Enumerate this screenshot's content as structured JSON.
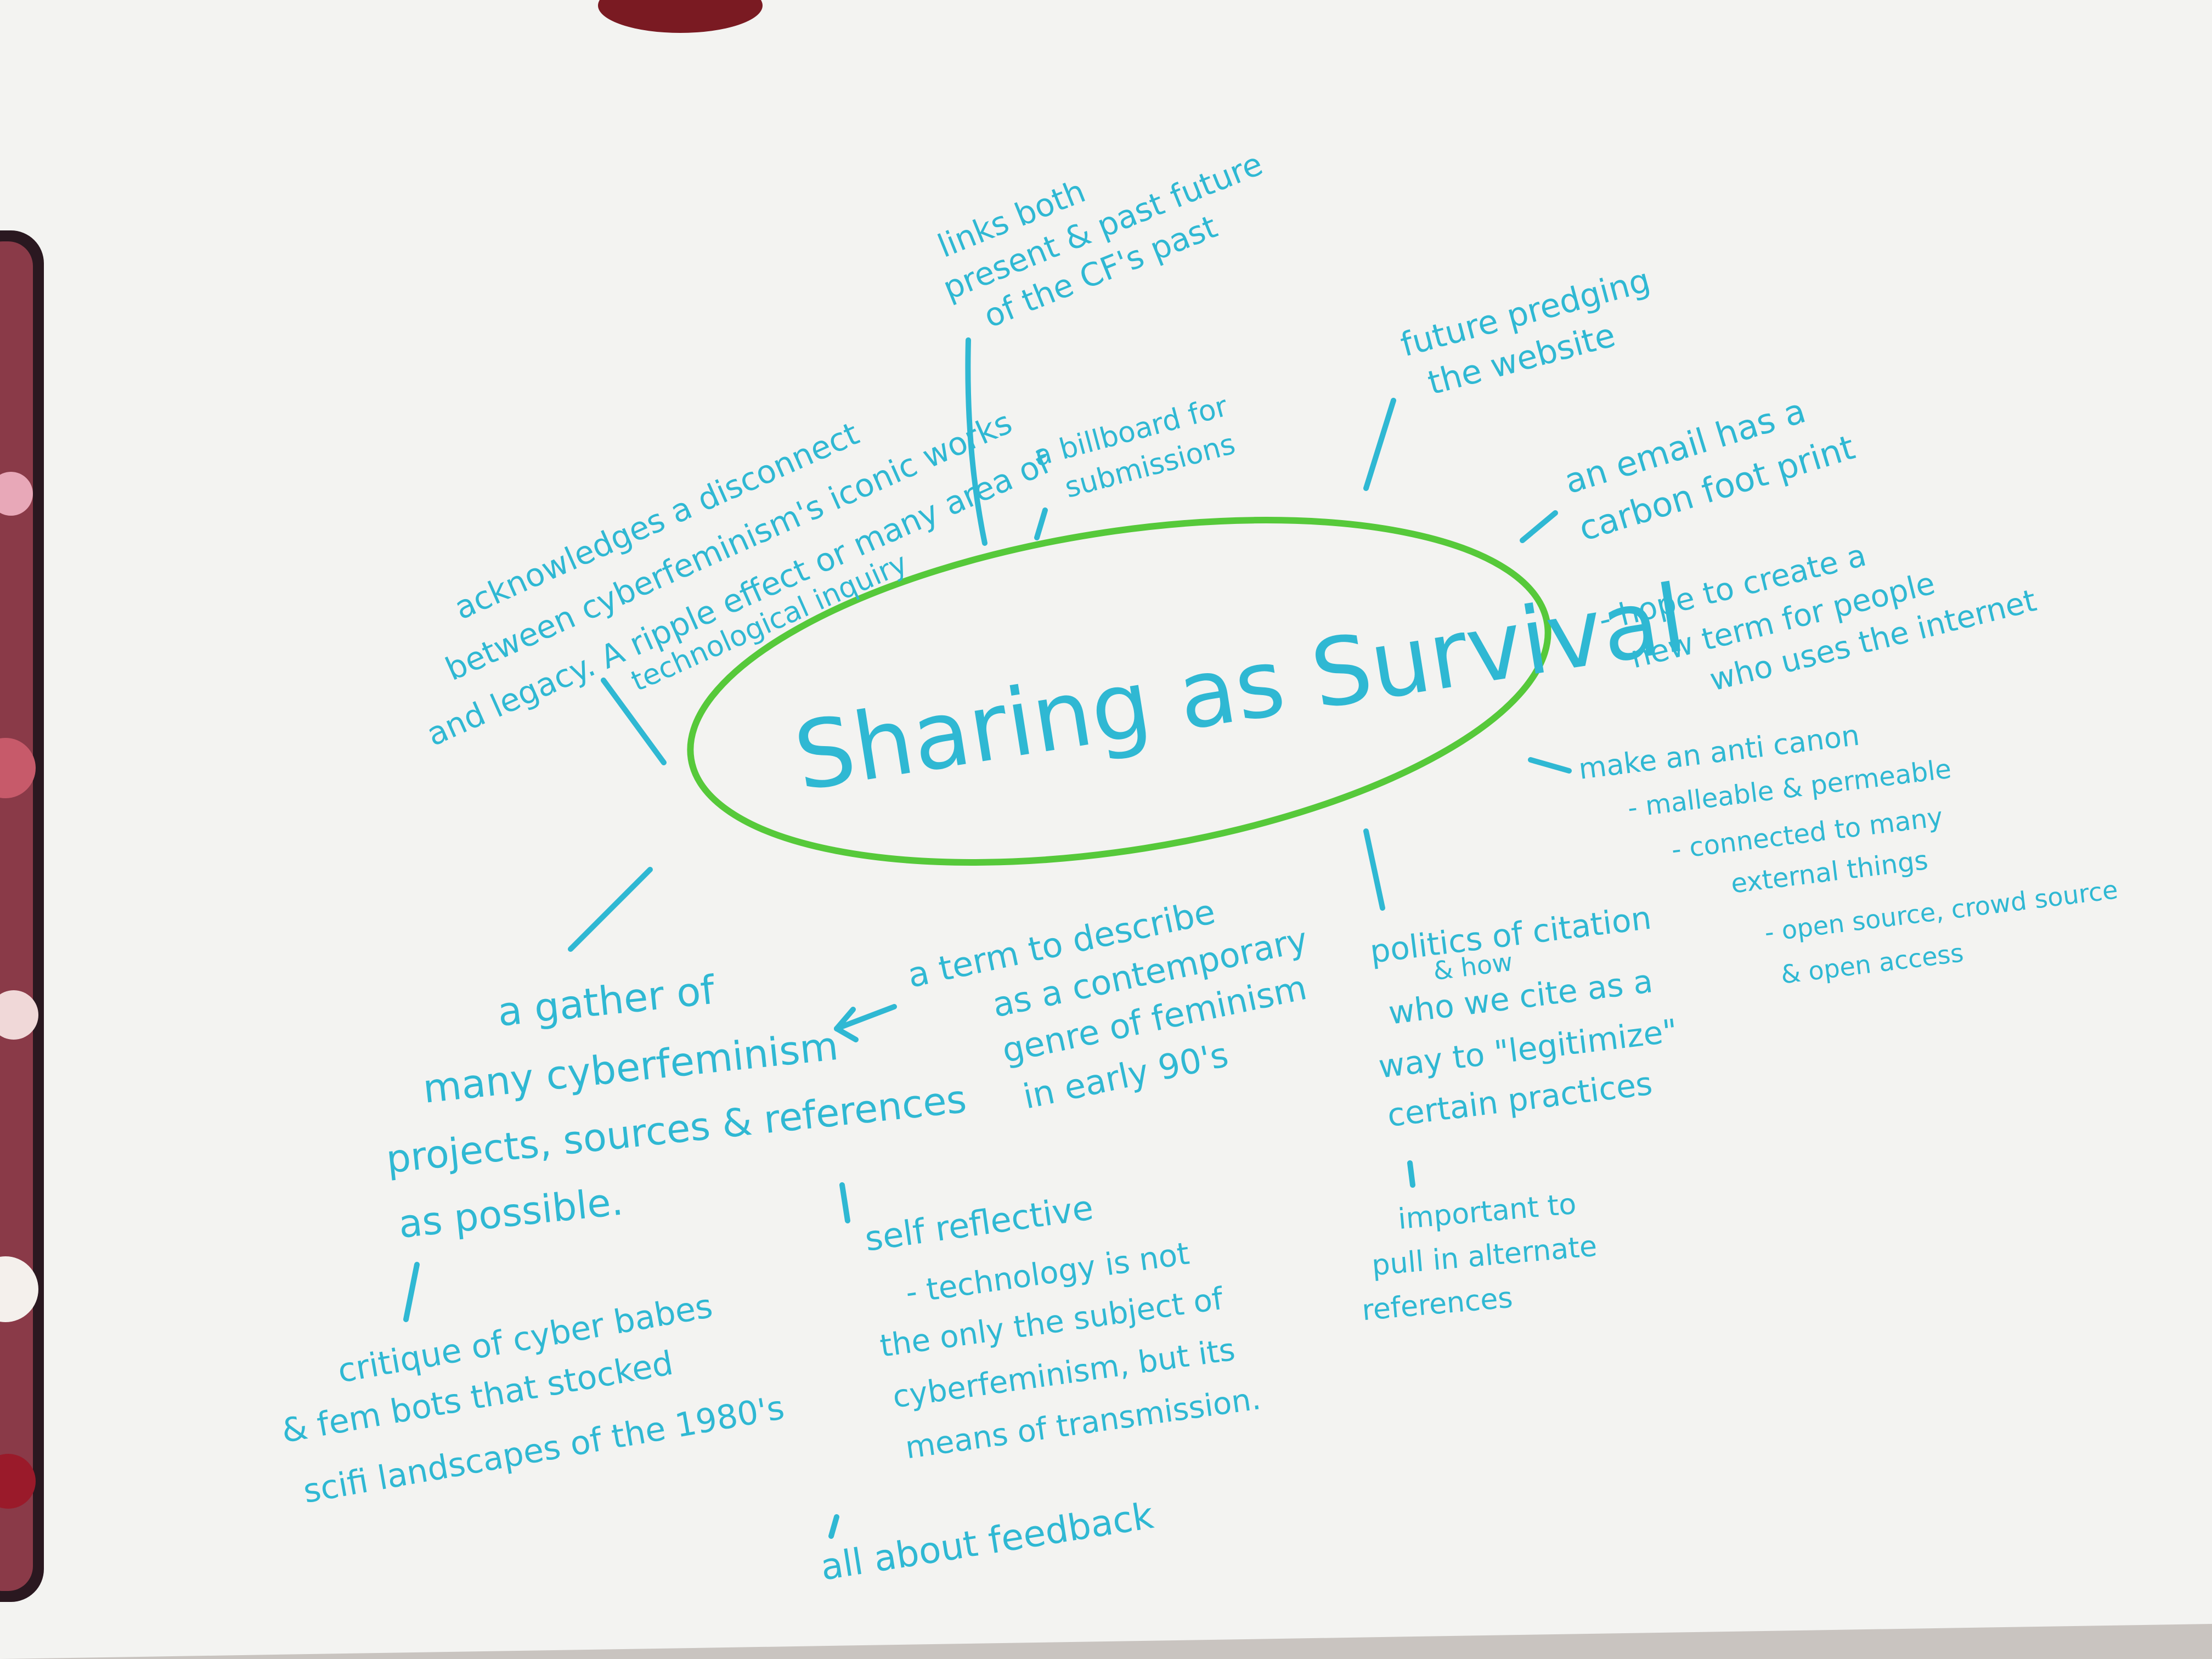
{
  "colors": {
    "paper": "#f3f3f1",
    "ink_cyan": "#2fb8d3",
    "ink_green": "#56c93a",
    "desk": "#cfcac6",
    "cup": "#7a1a22"
  },
  "center": {
    "title": "Sharing as Survival"
  },
  "notes": {
    "links": [
      "links both",
      "present & past future",
      "of the CF's past"
    ],
    "billboard": [
      "a billboard for",
      "submissions"
    ],
    "future": [
      "future predging",
      "the website"
    ],
    "acknowledges": [
      "acknowledges a disconnect",
      "between cyberfeminism's iconic works",
      "and legacy. A ripple effect or many area of",
      "technological inquiry"
    ],
    "email": [
      "an email has a",
      "carbon foot print"
    ],
    "hope": [
      "- hope to create a",
      "new term for people",
      "who uses the internet"
    ],
    "canon": [
      "make an anti canon",
      "- malleable & permeable",
      "- connected to many",
      "external things",
      "- open source, crowd source",
      "& open access"
    ],
    "gather": [
      "a gather of",
      "many cyberfeminism",
      "projects, sources & references",
      "as possible."
    ],
    "term": [
      "a term to describe",
      "as a contemporary",
      "genre of feminism",
      "in early 90's"
    ],
    "politics": [
      "politics of citation",
      "& how",
      "who we cite as a",
      "way to \"legitimize\"",
      "certain practices"
    ],
    "important": [
      "important to",
      "pull in alternate",
      "references"
    ],
    "critique": [
      "critique of cyber babes",
      "& fem bots that stocked",
      "scifi landscapes of the 1980's"
    ],
    "self": [
      "self reflective",
      "- technology is not",
      "the only the subject of",
      "cyberfeminism, but its",
      "means of transmission."
    ],
    "feedback": [
      "all about feedback"
    ]
  }
}
